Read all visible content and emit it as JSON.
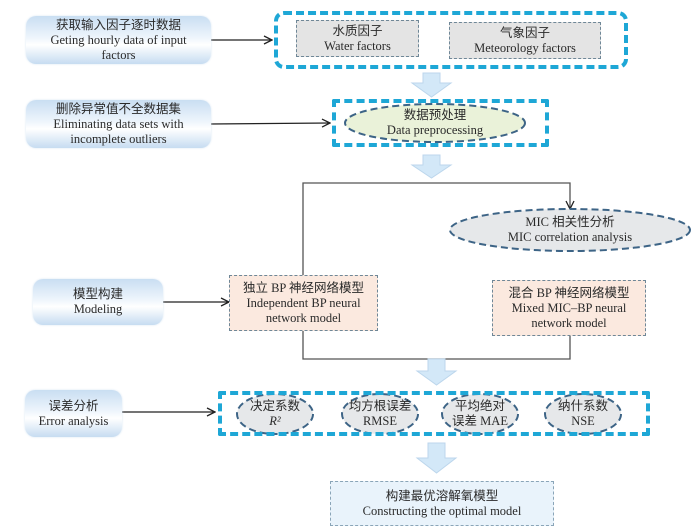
{
  "colors": {
    "accent_dash": "#1ea7d6",
    "ellipse_dash": "#3d6486",
    "left_box_gradient": "#c9def2",
    "factor_box_fill": "#e4e4e4",
    "model_box_fill": "#fbe9df",
    "ellipse_fill_preprocess": "#eaf2d9",
    "ellipse_fill_grey": "#e6e8ea",
    "arrow_fill": "#d3e8f8",
    "final_box_fill": "#e9f3fb"
  },
  "left_steps": [
    {
      "zh": "获取输入因子逐时数据",
      "en": "Geting hourly data of input factors"
    },
    {
      "zh": "删除异常值不全数据集",
      "en": "Eliminating data sets with incomplete outliers"
    },
    {
      "zh": "模型构建",
      "en": "Modeling"
    },
    {
      "zh": "误差分析",
      "en": "Error analysis"
    }
  ],
  "input_factors": [
    {
      "zh": "水质因子",
      "en": "Water factors"
    },
    {
      "zh": "气象因子",
      "en": "Meteorology factors"
    }
  ],
  "preprocess": {
    "zh": "数据预处理",
    "en": "Data preprocessing"
  },
  "mic": {
    "zh": "MIC 相关性分析",
    "en": "MIC correlation analysis"
  },
  "models": [
    {
      "zh": "独立 BP 神经网络模型",
      "en": "Independent BP neural network model"
    },
    {
      "zh": "混合 BP 神经网络模型",
      "en": "Mixed MIC–BP neural network model"
    }
  ],
  "metrics": [
    {
      "zh": "决定系数",
      "en": "R²"
    },
    {
      "zh": "均方根误差",
      "en": "RMSE"
    },
    {
      "zh": "平均绝对",
      "en": "误差 MAE"
    },
    {
      "zh": "纳什系数",
      "en": "NSE"
    }
  ],
  "final": {
    "zh": "构建最优溶解氧模型",
    "en": "Constructing the optimal model"
  }
}
